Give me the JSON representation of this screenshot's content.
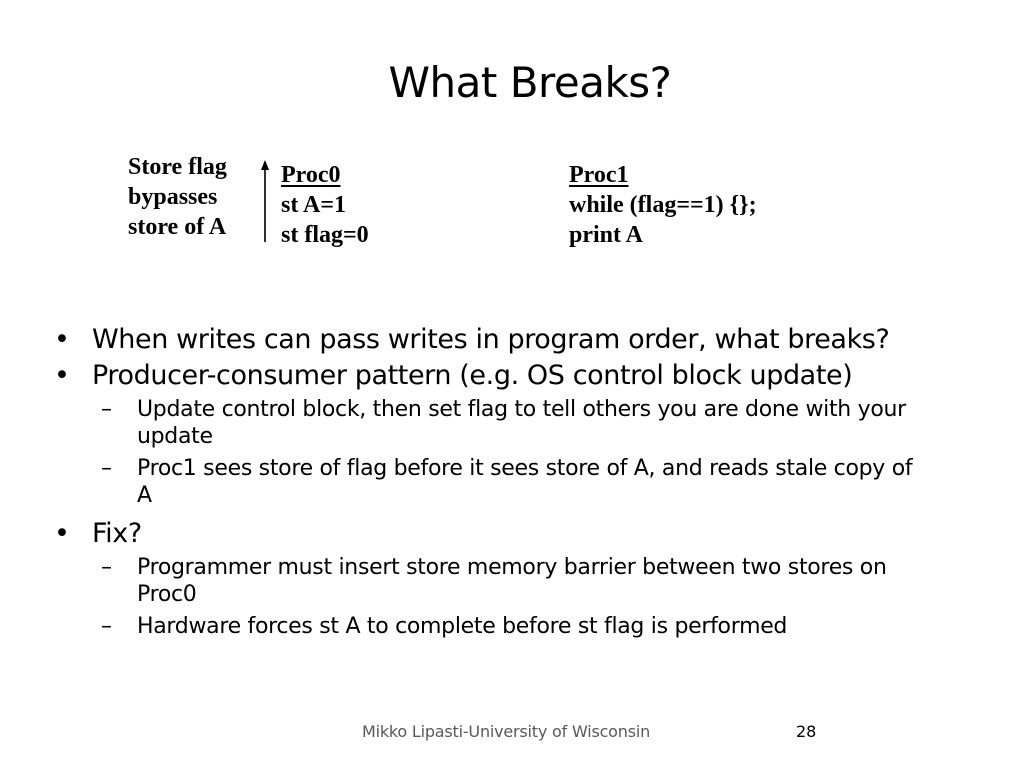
{
  "slide": {
    "title": "What Breaks?"
  },
  "diagram": {
    "annotation": [
      "Store flag",
      "bypasses",
      "store of A"
    ],
    "arrow_icon": "up-arrow",
    "proc0": {
      "header": "Proc0",
      "lines": [
        "st A=1",
        "st flag=0"
      ]
    },
    "proc1": {
      "header": "Proc1",
      "lines": [
        "while (flag==1) {};",
        "print A"
      ]
    }
  },
  "bullets": [
    {
      "text": "When writes can pass writes in program order, what breaks?",
      "subs": []
    },
    {
      "text": "Producer-consumer pattern (e.g. OS control block update)",
      "subs": [
        "Update control block, then set flag to tell others you are done with your update",
        "Proc1 sees store of flag before it sees store of A, and reads stale copy of A"
      ]
    },
    {
      "text": "Fix?",
      "subs": [
        "Programmer must insert store memory barrier between two stores on Proc0",
        "Hardware forces st A to complete before st flag is performed"
      ]
    }
  ],
  "markers": {
    "bullet": "•",
    "dash": "–"
  },
  "footer": {
    "text": "Mikko Lipasti-University of Wisconsin",
    "page_number": "28"
  }
}
